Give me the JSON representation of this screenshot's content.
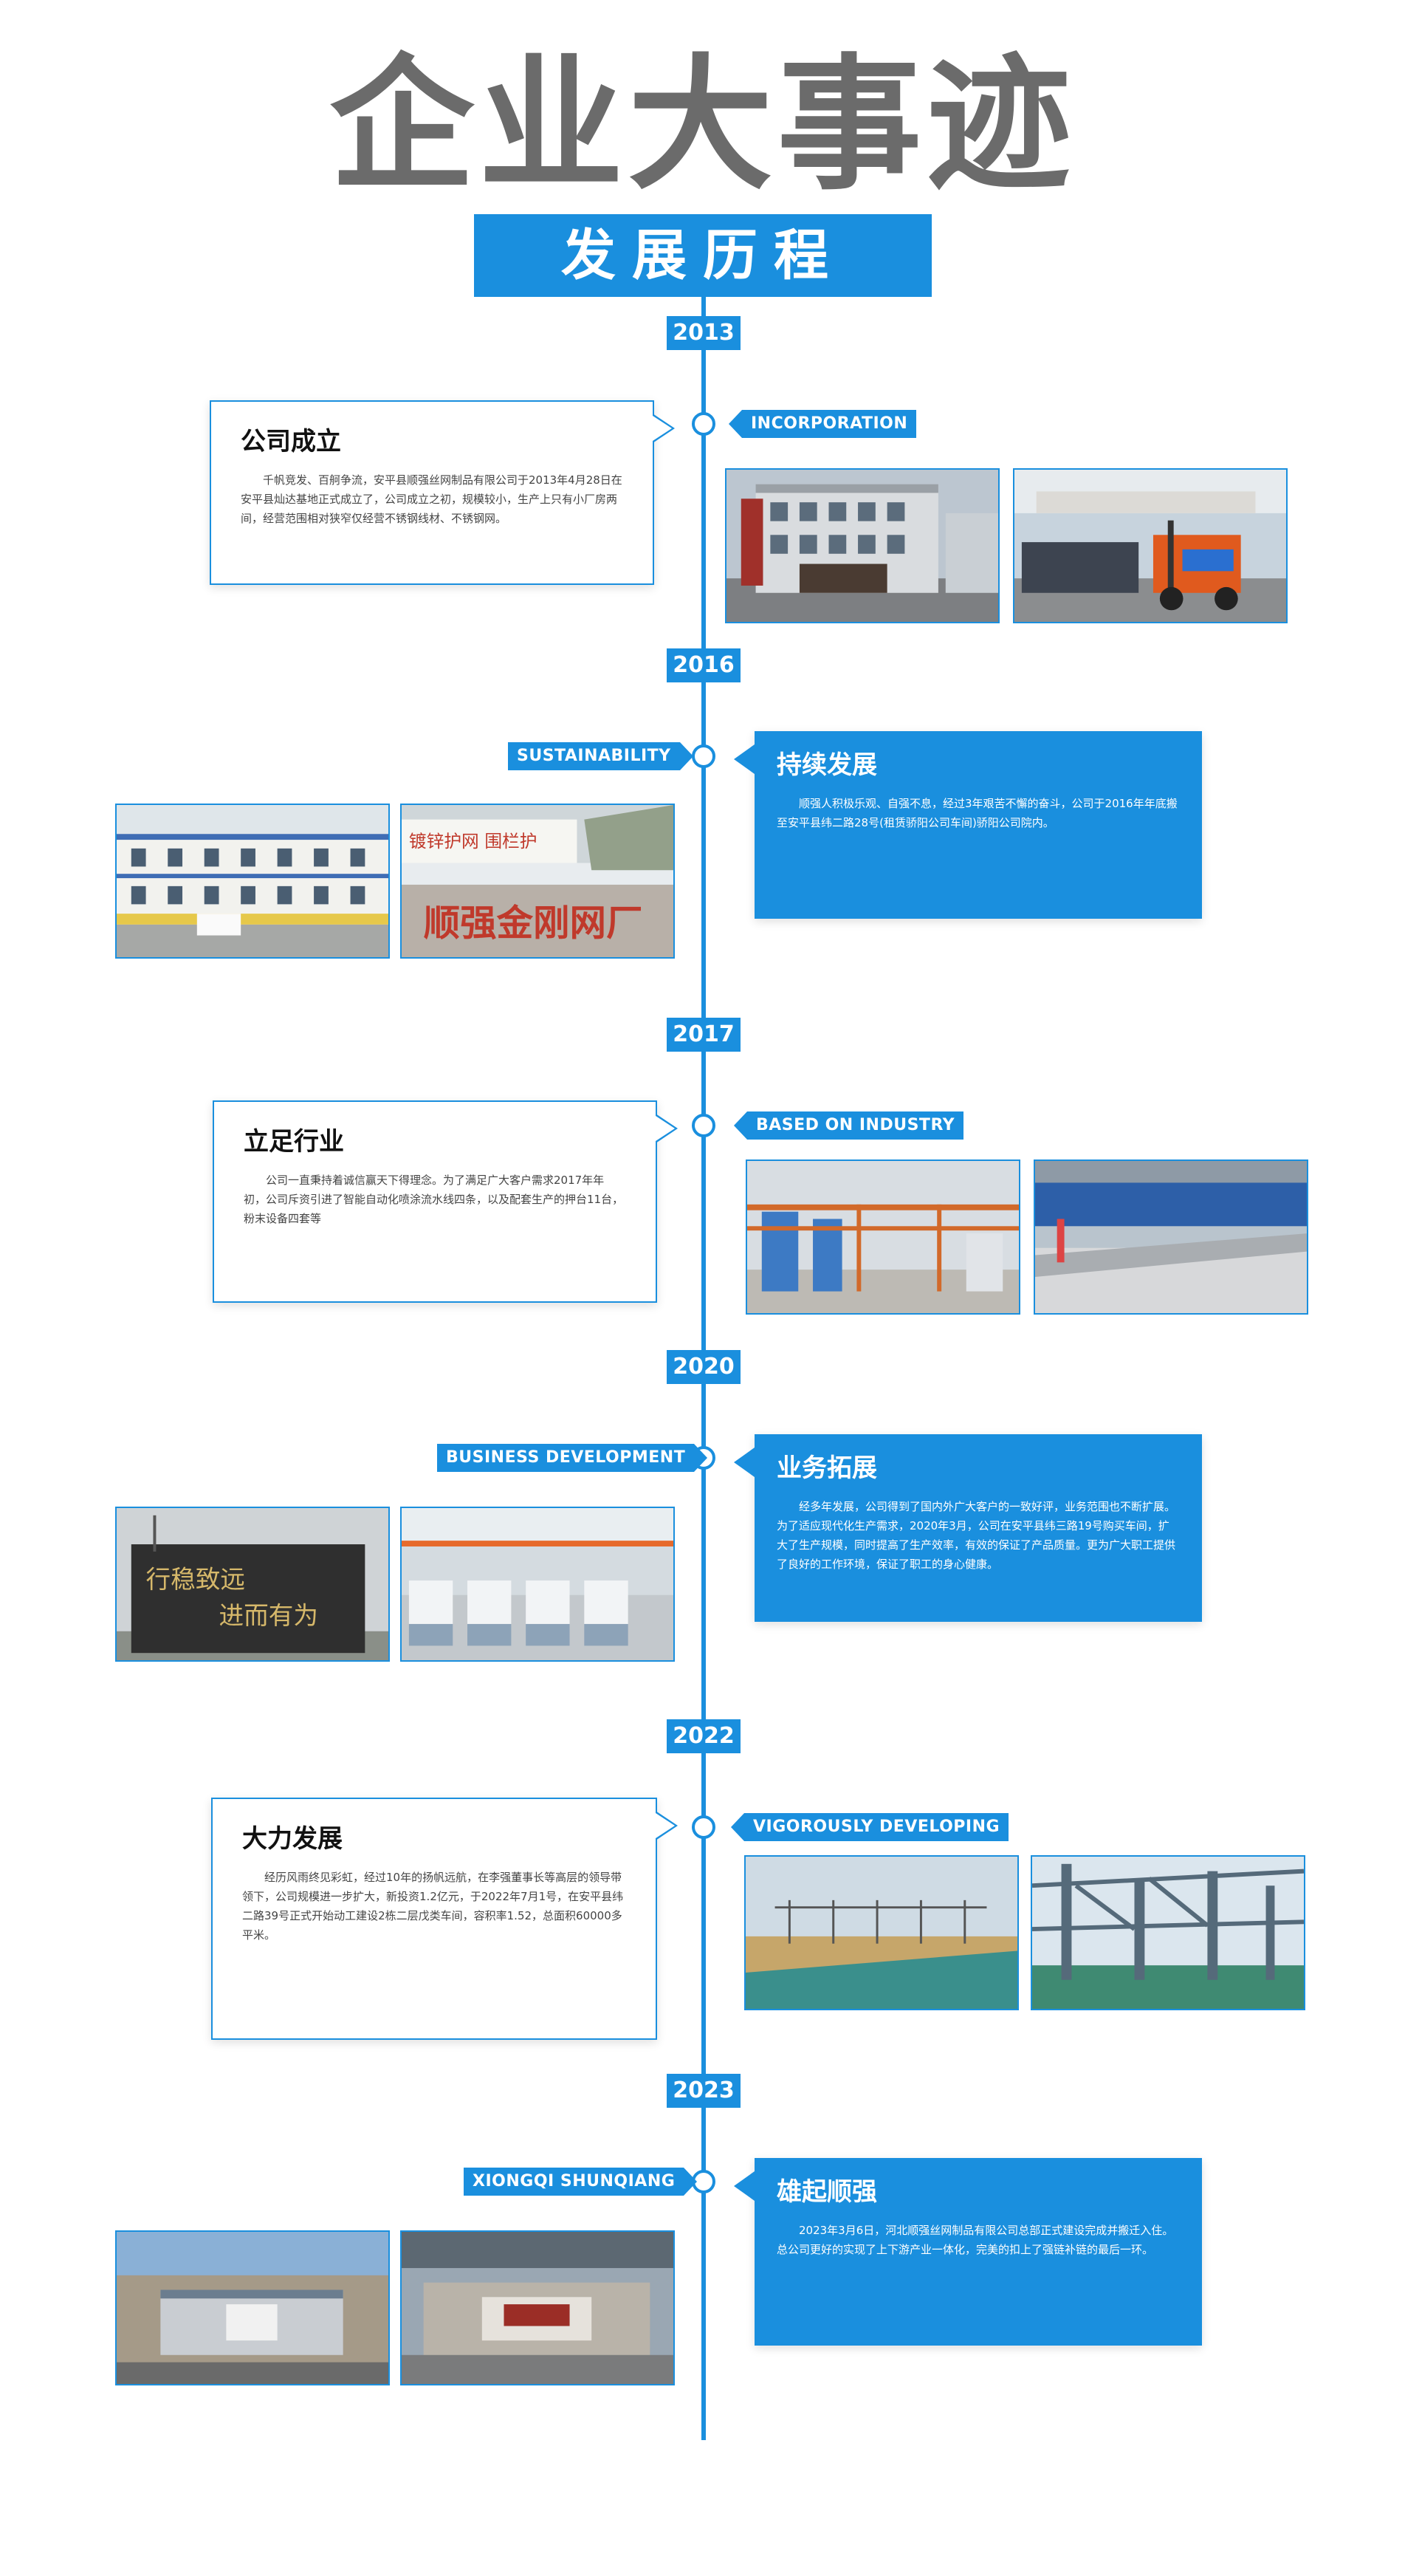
{
  "header": {
    "title": "企业大事迹",
    "subtitle": "发展历程"
  },
  "colors": {
    "accent": "#1a8fde",
    "title_gray": "#6b6b6b"
  },
  "milestones": [
    {
      "year": "2013",
      "tag": "INCORPORATION",
      "title": "公司成立",
      "text": "千帆竞发、百舸争流，安平县顺强丝网制品有限公司于2013年4月28日在安平县灿达基地正式成立了，公司成立之初，规模较小，生产上只有小厂房两间，经营范围相对狭窄仅经营不锈钢线材、不锈钢网。"
    },
    {
      "year": "2016",
      "tag": "SUSTAINABILITY",
      "title": "持续发展",
      "text": "顺强人积极乐观、自强不息，经过3年艰苦不懈的奋斗，公司于2016年年底搬至安平县纬二路28号(租赁骄阳公司车间)骄阳公司院内。",
      "photo_sign": "顺强金刚网厂"
    },
    {
      "year": "2017",
      "tag": "BASED ON INDUSTRY",
      "title": "立足行业",
      "text": "公司一直秉持着诚信赢天下得理念。为了满足广大客户需求2017年年初，公司斥资引进了智能自动化喷涂流水线四条，以及配套生产的押台11台，粉末设备四套等"
    },
    {
      "year": "2020",
      "tag": "BUSINESS DEVELOPMENT",
      "title": "业务拓展",
      "text": "经多年发展，公司得到了国内外广大客户的一致好评，业务范围也不断扩展。为了适应现代化生产需求，2020年3月，公司在安平县纬三路19号购买车间，扩大了生产规模，同时提高了生产效率，有效的保证了产品质量。更为广大职工提供了良好的工作环境，保证了职工的身心健康。",
      "photo_slogan_1": "行稳致远",
      "photo_slogan_2": "进而有为"
    },
    {
      "year": "2022",
      "tag": "VIGOROUSLY DEVELOPING",
      "title": "大力发展",
      "text": "经历风雨终见彩虹，经过10年的扬帆远航，在李强董事长等高层的领导带领下，公司规模进一步扩大，新投资1.2亿元，于2022年7月1号，在安平县纬二路39号正式开始动工建设2栋二层戊类车间，容积率1.52，总面积60000多平米。"
    },
    {
      "year": "2023",
      "tag": "XIONGQI SHUNQIANG",
      "title": "雄起顺强",
      "text": "2023年3月6日，河北顺强丝网制品有限公司总部正式建设完成并搬迁入住。总公司更好的实现了上下游产业一体化，完美的扣上了强链补链的最后一环。"
    }
  ]
}
